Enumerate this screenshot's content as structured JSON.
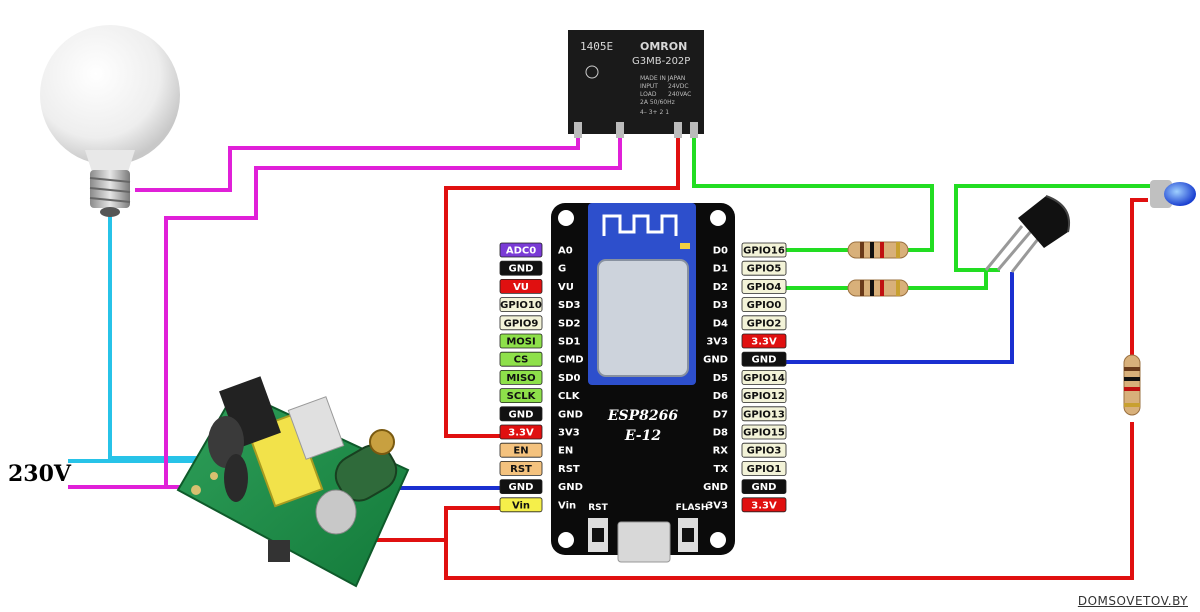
{
  "mains_label": "230V",
  "relay": {
    "brand": "OMRON",
    "model": "G3MB-202P",
    "code": "1405E",
    "made_in": "MADE IN JAPAN",
    "input_label": "INPUT",
    "input_value": "24VDC",
    "load_label": "LOAD",
    "load_value": "240VAC",
    "load_rating": "2A 50/60Hz",
    "pin_marks": "4– 3+ 2 1"
  },
  "board": {
    "chip_name": "ESP8266",
    "chip_model": "E-12",
    "btn_rst": "RST",
    "btn_flash": "FLASH"
  },
  "left_pins": [
    {
      "tag": "ADC0",
      "pin": "A0",
      "color": "#7a3bd6",
      "text": "#ffffff"
    },
    {
      "tag": "GND",
      "pin": "G",
      "color": "#111111",
      "text": "#ffffff"
    },
    {
      "tag": "VU",
      "pin": "VU",
      "color": "#e01010",
      "text": "#ffffff"
    },
    {
      "tag": "GPIO10",
      "pin": "SD3",
      "color": "#f3f3d8",
      "text": "#111111"
    },
    {
      "tag": "GPIO9",
      "pin": "SD2",
      "color": "#f3f3d8",
      "text": "#111111"
    },
    {
      "tag": "MOSI",
      "pin": "SD1",
      "color": "#8ee04a",
      "text": "#111111"
    },
    {
      "tag": "CS",
      "pin": "CMD",
      "color": "#8ee04a",
      "text": "#111111"
    },
    {
      "tag": "MISO",
      "pin": "SD0",
      "color": "#8ee04a",
      "text": "#111111"
    },
    {
      "tag": "SCLK",
      "pin": "CLK",
      "color": "#8ee04a",
      "text": "#111111"
    },
    {
      "tag": "GND",
      "pin": "GND",
      "color": "#111111",
      "text": "#ffffff"
    },
    {
      "tag": "3.3V",
      "pin": "3V3",
      "color": "#e01010",
      "text": "#ffffff"
    },
    {
      "tag": "EN",
      "pin": "EN",
      "color": "#f4c27e",
      "text": "#111111"
    },
    {
      "tag": "RST",
      "pin": "RST",
      "color": "#f4c27e",
      "text": "#111111"
    },
    {
      "tag": "GND",
      "pin": "GND",
      "color": "#111111",
      "text": "#ffffff"
    },
    {
      "tag": "Vin",
      "pin": "Vin",
      "color": "#f5ef4a",
      "text": "#111111"
    }
  ],
  "right_pins": [
    {
      "pin": "D0",
      "tag": "GPIO16",
      "color": "#f3f3d8",
      "text": "#111111"
    },
    {
      "pin": "D1",
      "tag": "GPIO5",
      "color": "#f3f3d8",
      "text": "#111111"
    },
    {
      "pin": "D2",
      "tag": "GPIO4",
      "color": "#f3f3d8",
      "text": "#111111"
    },
    {
      "pin": "D3",
      "tag": "GPIO0",
      "color": "#f3f3d8",
      "text": "#111111"
    },
    {
      "pin": "D4",
      "tag": "GPIO2",
      "color": "#f3f3d8",
      "text": "#111111"
    },
    {
      "pin": "3V3",
      "tag": "3.3V",
      "color": "#e01010",
      "text": "#ffffff"
    },
    {
      "pin": "GND",
      "tag": "GND",
      "color": "#111111",
      "text": "#ffffff"
    },
    {
      "pin": "D5",
      "tag": "GPIO14",
      "color": "#f3f3d8",
      "text": "#111111"
    },
    {
      "pin": "D6",
      "tag": "GPIO12",
      "color": "#f3f3d8",
      "text": "#111111"
    },
    {
      "pin": "D7",
      "tag": "GPIO13",
      "color": "#f3f3d8",
      "text": "#111111"
    },
    {
      "pin": "D8",
      "tag": "GPIO15",
      "color": "#f3f3d8",
      "text": "#111111"
    },
    {
      "pin": "RX",
      "tag": "GPIO3",
      "color": "#f3f3d8",
      "text": "#111111"
    },
    {
      "pin": "TX",
      "tag": "GPIO1",
      "color": "#f3f3d8",
      "text": "#111111"
    },
    {
      "pin": "GND",
      "tag": "GND",
      "color": "#111111",
      "text": "#ffffff"
    },
    {
      "pin": "3V3",
      "tag": "3.3V",
      "color": "#e01010",
      "text": "#ffffff"
    }
  ],
  "wire_colors": {
    "live": "#e020d8",
    "neutral": "#27c3e8",
    "power": "#e01010",
    "ground": "#1a2fd0",
    "signal": "#22dd22"
  },
  "watermark": "DOMSOVETOV.BY"
}
